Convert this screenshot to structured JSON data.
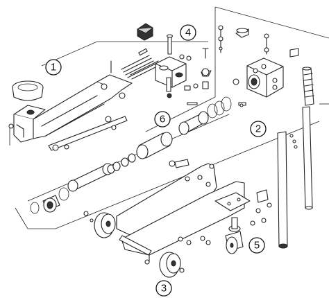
{
  "diagram": {
    "callouts": [
      {
        "id": "group-1",
        "label": "1"
      },
      {
        "id": "group-2",
        "label": "2"
      },
      {
        "id": "group-3",
        "label": "3"
      },
      {
        "id": "group-4",
        "label": "4"
      },
      {
        "id": "group-5",
        "label": "5"
      },
      {
        "id": "group-6",
        "label": "6"
      }
    ]
  }
}
